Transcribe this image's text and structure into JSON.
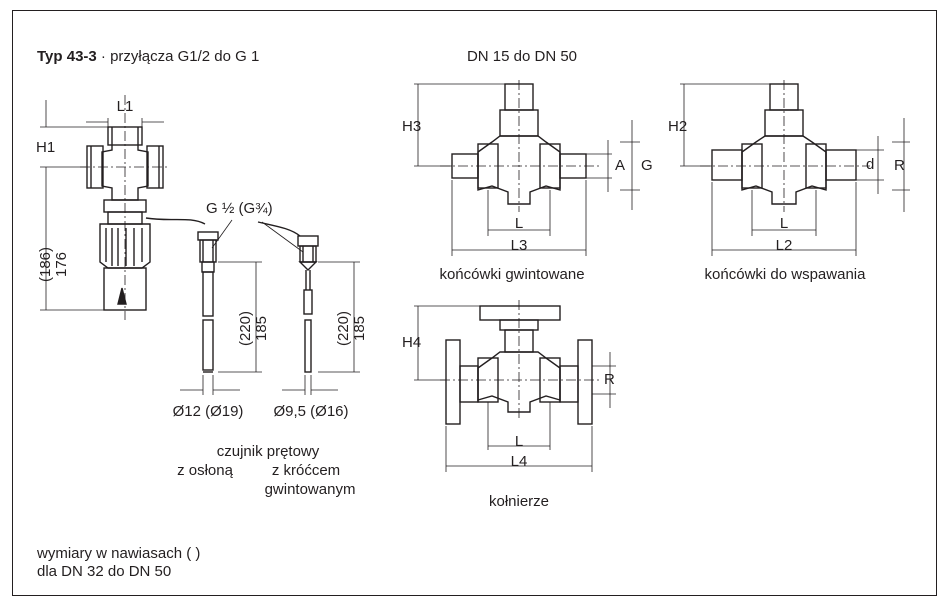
{
  "title": {
    "bold": "Typ 43-3",
    "rest": " · przyłącza G1/2 do G 1"
  },
  "subtitle_dn": "DN 15 do DN 50",
  "labels": {
    "L1": "L1",
    "H1": "H1",
    "dim186": "(186)",
    "dim176": "176",
    "thread": "G ½ (G¾)",
    "dim220a": "(220)",
    "dim185a": "185",
    "dim220b": "(220)",
    "dim185b": "185",
    "dia1": "Ø12 (Ø19)",
    "dia2": "Ø9,5 (Ø16)",
    "sensor_title": "czujnik prętowy",
    "sensor_a": "z osłoną",
    "sensor_b": "z króćcem",
    "sensor_b2": "gwintowanym",
    "H3": "H3",
    "A": "A",
    "G": "G",
    "L_a": "L",
    "L3": "L3",
    "cap_threaded": "końcówki gwintowane",
    "H2": "H2",
    "d": "d",
    "R_a": "R",
    "L_b": "L",
    "L2": "L2",
    "cap_weld": "końcówki do wspawania",
    "H4": "H4",
    "R_b": "R",
    "L_c": "L",
    "L4": "L4",
    "cap_flange": "kołnierze"
  },
  "note": {
    "line1": "wymiary w nawiasach ( )",
    "line2": "dla DN 32 do DN 50"
  }
}
